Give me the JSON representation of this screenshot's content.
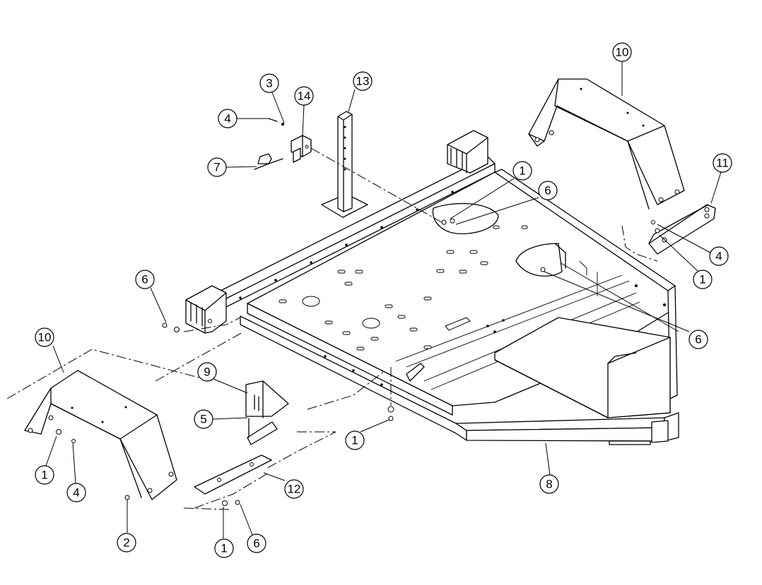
{
  "callouts": [
    {
      "id": "c13",
      "label": "13"
    },
    {
      "id": "c3",
      "label": "3"
    },
    {
      "id": "c14",
      "label": "14"
    },
    {
      "id": "c4a",
      "label": "4"
    },
    {
      "id": "c7",
      "label": "7"
    },
    {
      "id": "c10a",
      "label": "10"
    },
    {
      "id": "c11",
      "label": "11"
    },
    {
      "id": "c1a",
      "label": "1"
    },
    {
      "id": "c6a",
      "label": "6"
    },
    {
      "id": "c4b",
      "label": "4"
    },
    {
      "id": "c1b",
      "label": "1"
    },
    {
      "id": "c6b",
      "label": "6"
    },
    {
      "id": "c6c",
      "label": "6"
    },
    {
      "id": "c10b",
      "label": "10"
    },
    {
      "id": "c9",
      "label": "9"
    },
    {
      "id": "c5",
      "label": "5"
    },
    {
      "id": "c1c",
      "label": "1"
    },
    {
      "id": "c1d",
      "label": "1"
    },
    {
      "id": "c4c",
      "label": "4"
    },
    {
      "id": "c12",
      "label": "12"
    },
    {
      "id": "c8",
      "label": "8"
    },
    {
      "id": "c2",
      "label": "2"
    },
    {
      "id": "c1e",
      "label": "1"
    },
    {
      "id": "c6d",
      "label": "6"
    }
  ]
}
